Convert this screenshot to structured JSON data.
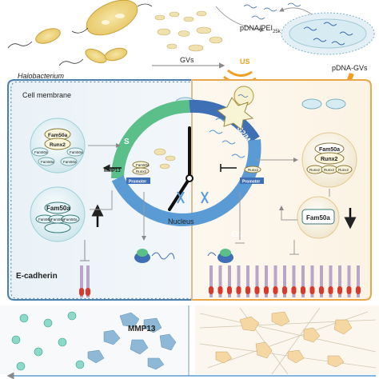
{
  "top": {
    "halobacterium": "Halobacterium",
    "gvs": "GVs",
    "pdna_pei": "pDNA/PEI",
    "pdna_pei_sub": "25k",
    "pdna_gvs": "pDNA-GVs",
    "us": "US"
  },
  "cell": {
    "membrane": "Cell membrane",
    "nucleus": "Nucleus"
  },
  "cycle": {
    "s": "S",
    "g2m": "G2/M",
    "g1": "G1",
    "colors": {
      "s": "#5bbf8a",
      "g2m": "#3f6fb5",
      "g1": "#5b9bd5"
    }
  },
  "left": {
    "complex_fam50a": "Fam50a",
    "complex_runx2": "Runx2",
    "small": [
      "Fam50a",
      "Fam50a",
      "Fam50a",
      "Fam50a"
    ],
    "fam50a_up": "Fam50a",
    "stack": [
      "Fam50a",
      "Fam50a",
      "Fam50a"
    ],
    "mmp13": "MMP13",
    "runx2_small": "Runx2",
    "fam50a_small": "Fam50a",
    "promoter": "Promoter",
    "ecadherin": "E-cadherin",
    "mmp13_bottom": "MMP13"
  },
  "right": {
    "complex_fam50a": "Fam50a",
    "complex_runx2": "Runx2",
    "small": [
      "Runx2",
      "Runx2",
      "Runx2"
    ],
    "fam50a_down": "Fam50a",
    "promoter": "Promoter",
    "runx2_small": "Runx2"
  }
}
